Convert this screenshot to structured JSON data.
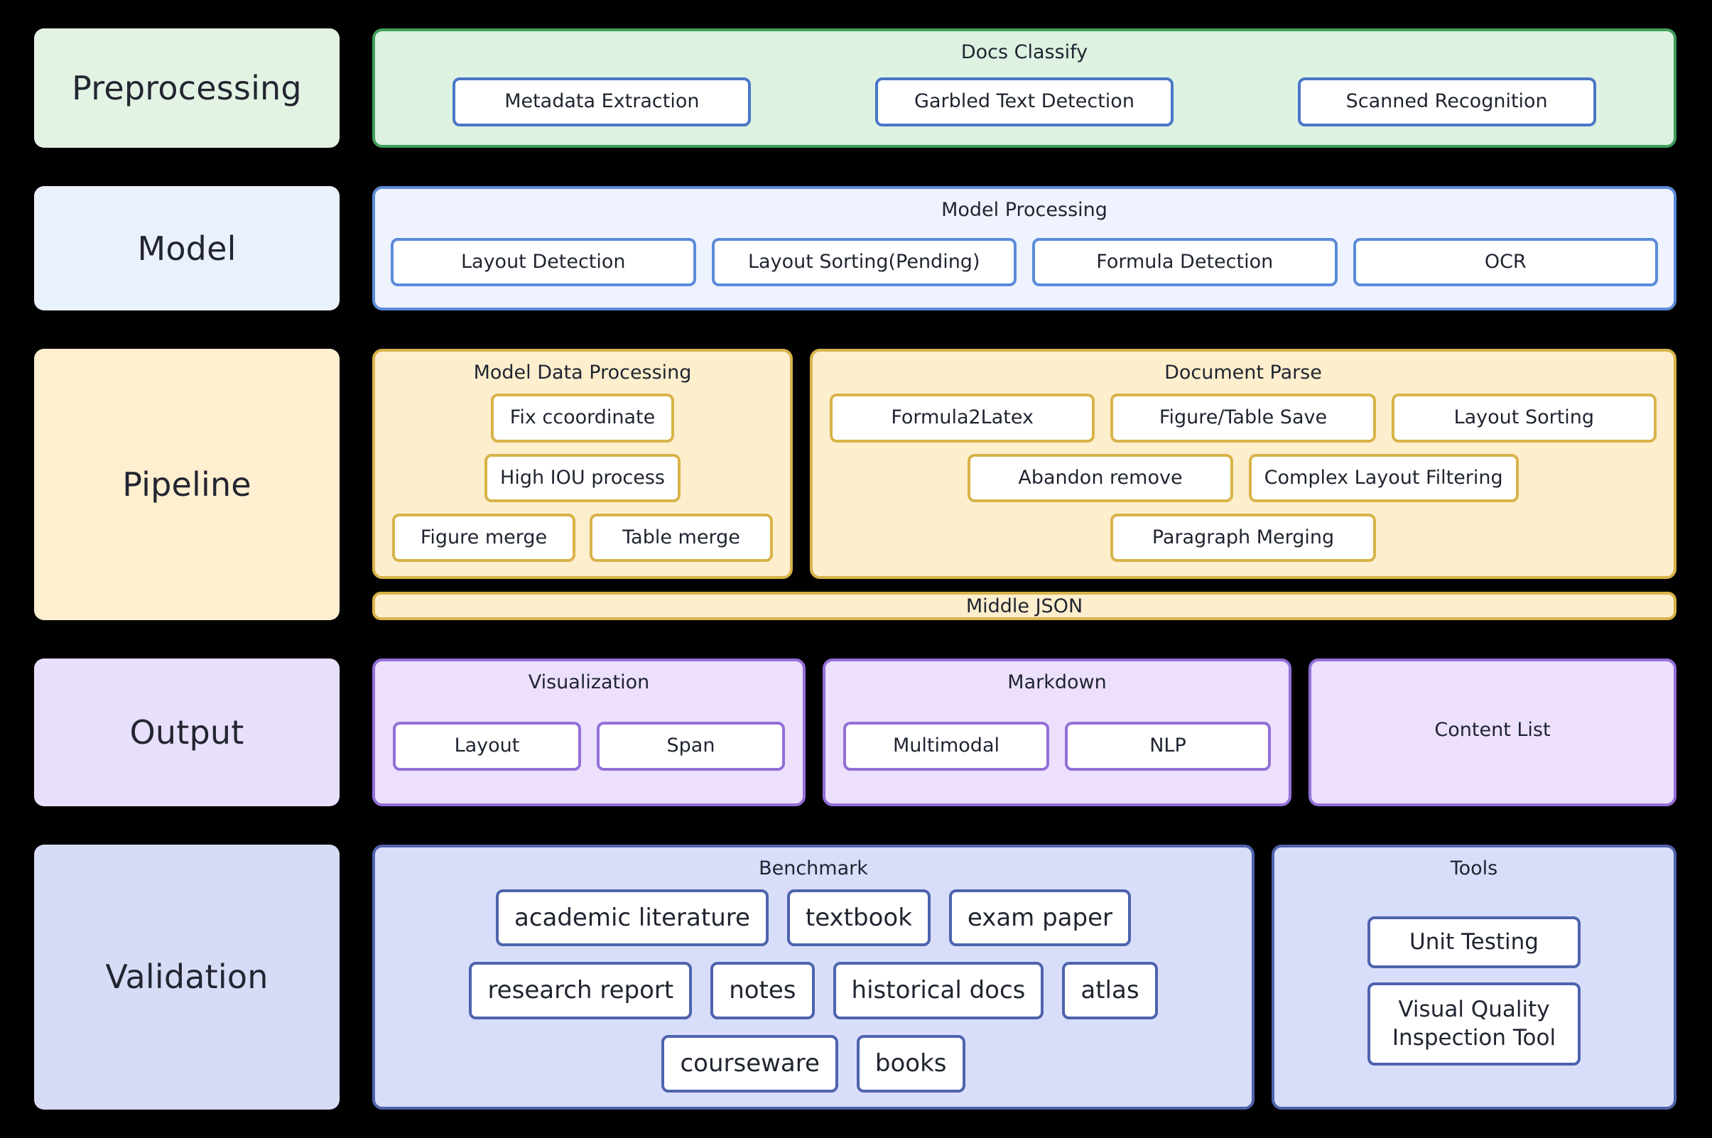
{
  "stages": [
    {
      "key": "preprocessing",
      "label": "Preprocessing",
      "color": "#e2f3e4"
    },
    {
      "key": "model",
      "label": "Model",
      "color": "#eaf1fe"
    },
    {
      "key": "pipeline",
      "label": "Pipeline",
      "color": "#fdefcf"
    },
    {
      "key": "output",
      "label": "Output",
      "color": "#e8dffc"
    },
    {
      "key": "validation",
      "label": "Validation",
      "color": "#d6dcf6"
    }
  ],
  "preprocessing": {
    "group": {
      "title": "Docs Classify",
      "fill": "#ddf2e1",
      "border": "#3f9e5a"
    },
    "items": [
      {
        "label": "Metadata Extraction"
      },
      {
        "label": "Garbled Text Detection"
      },
      {
        "label": "Scanned Recognition"
      }
    ]
  },
  "model": {
    "group": {
      "title": "Model Processing",
      "fill": "#eef3fe",
      "border": "#5b8bd8"
    },
    "items": [
      {
        "label": "Layout Detection"
      },
      {
        "label": "Layout Sorting(Pending)"
      },
      {
        "label": "Formula Detection"
      },
      {
        "label": "OCR"
      }
    ]
  },
  "pipeline": {
    "model_data_processing": {
      "title": "Model Data Processing",
      "fill": "#fdeecd",
      "border": "#d8b349",
      "items": [
        {
          "label": "Fix ccoordinate"
        },
        {
          "label": "High IOU process"
        },
        {
          "label": "Figure merge"
        },
        {
          "label": "Table merge"
        }
      ]
    },
    "document_parse": {
      "title": "Document Parse",
      "fill": "#fdeecd",
      "border": "#d8b349",
      "items": [
        {
          "label": "Formula2Latex"
        },
        {
          "label": "Figure/Table Save"
        },
        {
          "label": "Layout Sorting"
        },
        {
          "label": "Abandon remove"
        },
        {
          "label": "Complex Layout Filtering"
        },
        {
          "label": "Paragraph Merging"
        }
      ]
    },
    "middle_json": {
      "label": "Middle JSON",
      "fill": "#fdeecd",
      "border": "#d8b349"
    }
  },
  "output": {
    "visualization": {
      "title": "Visualization",
      "fill": "#ece0fc",
      "border": "#9370d8",
      "items": [
        {
          "label": "Layout"
        },
        {
          "label": "Span"
        }
      ]
    },
    "markdown": {
      "title": "Markdown",
      "fill": "#ece0fc",
      "border": "#9370d8",
      "items": [
        {
          "label": "Multimodal"
        },
        {
          "label": "NLP"
        }
      ]
    },
    "content_list": {
      "title": "Content List",
      "fill": "#ece0fc",
      "border": "#9370d8"
    }
  },
  "validation": {
    "benchmark": {
      "title": "Benchmark",
      "fill": "#d8defa",
      "border": "#4e63ad",
      "items": [
        {
          "label": "academic literature"
        },
        {
          "label": "textbook"
        },
        {
          "label": "exam paper"
        },
        {
          "label": "research report"
        },
        {
          "label": "notes"
        },
        {
          "label": "historical docs"
        },
        {
          "label": "atlas"
        },
        {
          "label": "courseware"
        },
        {
          "label": "books"
        }
      ]
    },
    "tools": {
      "title": "Tools",
      "fill": "#d8defa",
      "border": "#4e63ad",
      "items": [
        {
          "label": "Unit Testing",
          "wrap": false
        },
        {
          "label": "Visual Quality Inspection Tool",
          "wrap": true
        }
      ]
    }
  }
}
